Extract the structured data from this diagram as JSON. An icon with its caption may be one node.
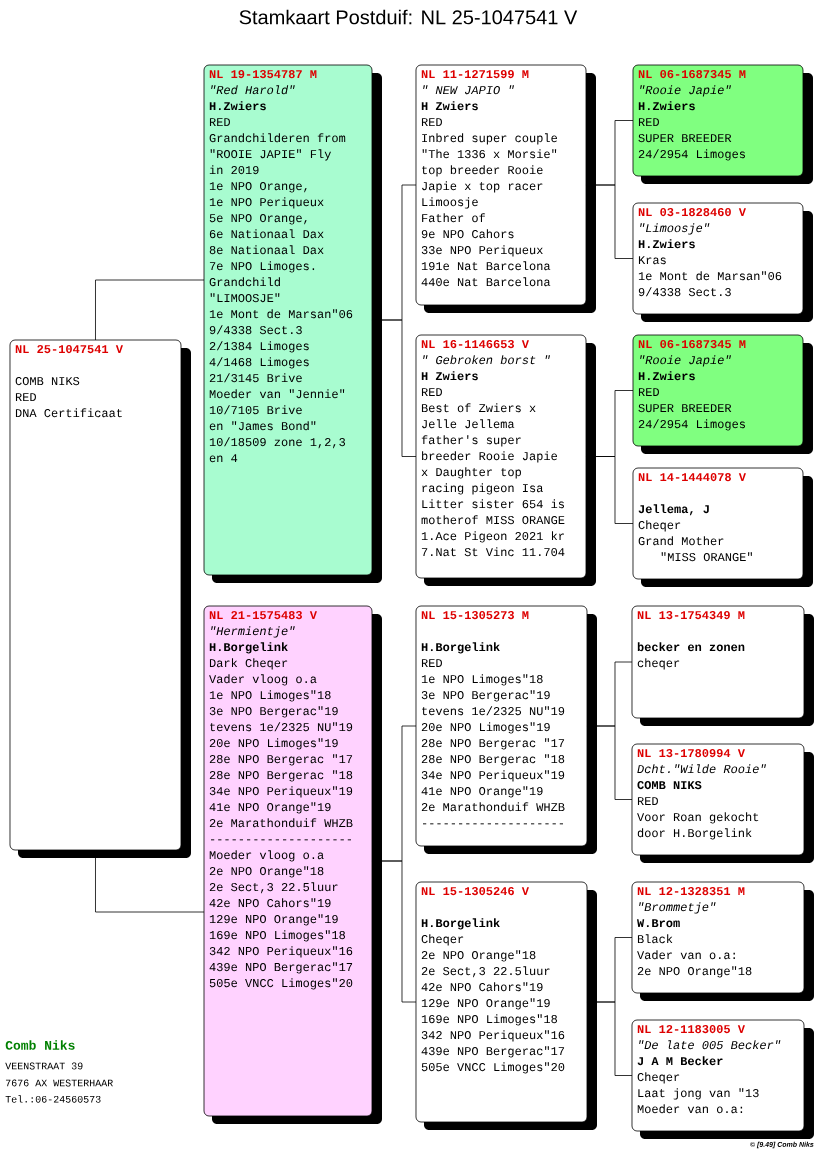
{
  "diagram": {
    "title": "Stamkaart Postduif: NL 25-1047541 V",
    "nodes": [
      {
        "text": [
          "NL 25-1047541 V",
          "COMB NIKS",
          "RED",
          "DNA Certificaat"
        ]
      },
      {
        "text": [
          "NL 19-1354787 M",
          "\"Red Harold\"",
          "H.Zwiers",
          "RED",
          "Grandchilderen from",
          "\"ROOIE JAPIE\" Fly",
          "in 2019",
          "1e NPO Orange,",
          "1e NPO Periqueux",
          "5e NPO Orange,",
          "6e Nationaal Dax",
          "8e Nationaal Dax",
          "7e NPO Limoges.",
          "Grandchild",
          "\"LIMOOSJE\"",
          "1e Mont de Marsan\"06",
          "9/4338 Sect.3",
          "2/1384 Limoges",
          "4/1468 Limoges",
          "21/3145 Brive",
          "Moeder van \"Jennie\"",
          "10/7105 Brive",
          "en \"James Bond\"",
          "10/18509 zone 1,2,3",
          "en 4"
        ]
      },
      {
        "text": [
          "NL 11-1271599 M",
          "\" NEW JAPIO \"",
          "H Zwiers",
          "RED",
          "Inbred super couple",
          "\"The 1336 x Morsie\"",
          "top breeder Rooie",
          "Japie x top racer",
          "Limoosje",
          "Father of",
          "9e NPO Cahors",
          "33e NPO Periqueux",
          "191e Nat Barcelona",
          "440e Nat Barcelona"
        ]
      },
      {
        "text": [
          "NL 06-1687345 M",
          "\"Rooie Japie\"",
          "H.Zwiers",
          "RED",
          "SUPER BREEDER",
          "24/2954 Limoges"
        ]
      },
      {
        "text": [
          "NL 03-1828460 V",
          "\"Limoosje\"",
          "H.Zwiers",
          "Kras",
          "1e Mont de Marsan\"06",
          "9/4338 Sect.3"
        ]
      },
      {
        "text": [
          "NL 16-1146653 V",
          "\" Gebroken borst \"",
          "H Zwiers",
          "RED",
          "Best of Zwiers x",
          "Jelle Jellema",
          "father's super",
          "breeder Rooie Japie",
          "x Daughter top",
          "racing pigeon Isa",
          "Litter sister 654 is",
          "motherof MISS ORANGE",
          "1.Ace Pigeon 2021 kr",
          "7.Nat St Vinc 11.704"
        ]
      },
      {
        "text": [
          "NL 06-1687345 M",
          "\"Rooie Japie\"",
          "H.Zwiers",
          "RED",
          "SUPER BREEDER",
          "24/2954 Limoges"
        ]
      },
      {
        "text": [
          "NL 14-1444078 V",
          "Jellema, J",
          "Cheqer",
          "Grand Mother",
          "\"MISS ORANGE\""
        ]
      },
      {
        "text": [
          "NL 21-1575483 V",
          "\"Hermientje\"",
          "H.Borgelink",
          "Dark Cheqer",
          "Vader vloog o.a",
          "1e NPO Limoges\"18",
          "3e NPO Bergerac\"19",
          "tevens 1e/2325 NU\"19",
          "20e NPO Limoges\"19",
          "28e NPO Bergerac \"17",
          "28e NPO Bergerac \"18",
          "34e NPO Periqueux\"19",
          "41e NPO Orange\"19",
          "2e Marathonduif WHZB",
          "--------------------",
          "Moeder vloog o.a",
          "2e NPO Orange\"18",
          "2e Sect,3 22.5luur",
          "42e NPO Cahors\"19",
          "129e NPO Orange\"19",
          "169e NPO Limoges\"18",
          "342 NPO Periqueux\"16",
          "439e NPO Bergerac\"17",
          "505e VNCC Limoges\"20"
        ]
      },
      {
        "text": [
          "NL 15-1305273 M",
          "H.Borgelink",
          "RED",
          "1e NPO Limoges\"18",
          "3e NPO Bergerac\"19",
          "tevens 1e/2325 NU\"19",
          "20e NPO Limoges\"19",
          "28e NPO Bergerac \"17",
          "28e NPO Bergerac \"18",
          "34e NPO Periqueux\"19",
          "41e NPO Orange\"19",
          "2e Marathonduif WHZB",
          "--------------------"
        ]
      },
      {
        "text": [
          "NL 13-1754349 M",
          "becker en zonen",
          "cheqer"
        ]
      },
      {
        "text": [
          "NL 13-1780994 V",
          "Dcht.\"Wilde Rooie\"",
          "COMB NIKS",
          "RED",
          "Voor Roan gekocht",
          "door H.Borgelink"
        ]
      },
      {
        "text": [
          "NL 15-1305246 V",
          "H.Borgelink",
          "Cheqer",
          "2e NPO Orange\"18",
          "2e Sect,3 22.5luur",
          "42e NPO Cahors\"19",
          "129e NPO Orange\"19",
          "169e NPO Limoges\"18",
          "342 NPO Periqueux\"16",
          "439e NPO Bergerac\"17",
          "505e VNCC Limoges\"20"
        ]
      },
      {
        "text": [
          "NL 12-1328351 M",
          "\"Brommetje\"",
          "W.Brom",
          "Black",
          "Vader van o.a:",
          "2e NPO Orange\"18"
        ]
      },
      {
        "text": [
          "NL 12-1183005 V",
          "\"De late 005 Becker\"",
          "J A M Becker",
          "Cheqer",
          "Laat jong van \"13",
          "Moeder van o.a:"
        ]
      }
    ],
    "edges": [
      {
        "from": 0,
        "to": 1,
        "arrow": "none"
      },
      {
        "from": 0,
        "to": 8,
        "arrow": "none"
      },
      {
        "from": 1,
        "to": 2,
        "arrow": "none"
      },
      {
        "from": 1,
        "to": 5,
        "arrow": "none"
      },
      {
        "from": 2,
        "to": 3,
        "arrow": "none"
      },
      {
        "from": 2,
        "to": 4,
        "arrow": "none"
      },
      {
        "from": 5,
        "to": 6,
        "arrow": "none"
      },
      {
        "from": 5,
        "to": 7,
        "arrow": "none"
      },
      {
        "from": 8,
        "to": 9,
        "arrow": "none"
      },
      {
        "from": 8,
        "to": 12,
        "arrow": "none"
      },
      {
        "from": 9,
        "to": 10,
        "arrow": "none"
      },
      {
        "from": 9,
        "to": 11,
        "arrow": "none"
      },
      {
        "from": 12,
        "to": 13,
        "arrow": "none"
      },
      {
        "from": 12,
        "to": 14,
        "arrow": "none"
      }
    ],
    "labels": [
      "Comb Niks",
      "VEENSTRAAT 39",
      "7676 AX WESTERHAAR",
      "Tel.:06-24560573",
      "© [9.49] Comb Niks"
    ]
  }
}
